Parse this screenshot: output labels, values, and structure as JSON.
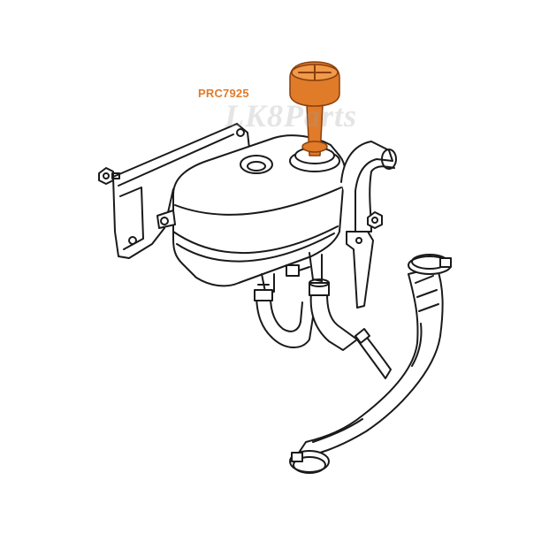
{
  "diagram": {
    "part_number": "PRC7925",
    "watermark": "LK8Parts",
    "colors": {
      "highlight": "#e07b2a",
      "highlight_dark": "#8a3f0c",
      "line": "#1a1a1a",
      "background": "#ffffff"
    },
    "parts": [
      "expansion-tank",
      "filler-cap",
      "mounting-bracket",
      "coolant-hose",
      "hose-clamp",
      "bolt"
    ]
  }
}
